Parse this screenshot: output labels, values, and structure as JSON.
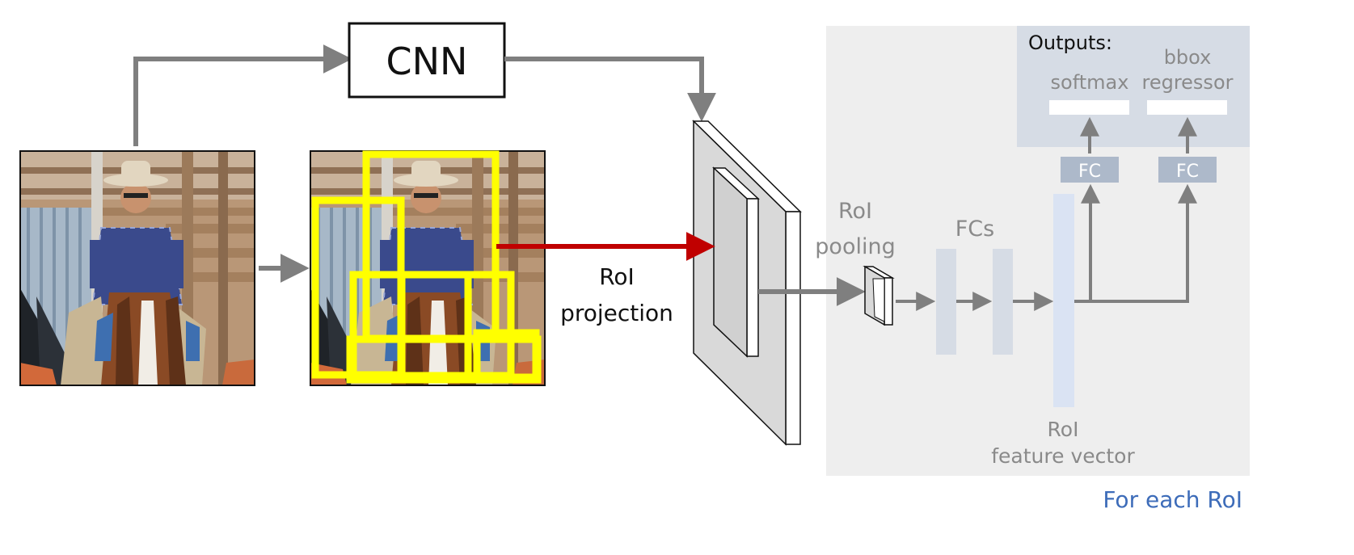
{
  "cnn": {
    "label": "CNN"
  },
  "roi_projection": {
    "line1": "RoI",
    "line2": "projection"
  },
  "roi_pooling": {
    "line1": "RoI",
    "line2": "pooling"
  },
  "fcs": {
    "label": "FCs"
  },
  "roi_feature_vector": {
    "line1": "RoI",
    "line2": "feature vector"
  },
  "outputs": {
    "title": "Outputs:",
    "softmax": "softmax",
    "bbox_line1": "bbox",
    "bbox_line2": "regressor",
    "fc_left": "FC",
    "fc_right": "FC"
  },
  "for_each_roi": "For each RoI",
  "colors": {
    "arrow_gray": "#7f7f7f",
    "projection_red": "#c00000",
    "proposal_yellow": "#ffff00",
    "per_roi_panel": "#eeeeee",
    "outputs_panel": "#d6dce5",
    "fc_box": "#adb9ca",
    "fc_column": "#d6dce5",
    "feature_vector": "#dae3f3",
    "caption_blue": "#3d6cb9"
  },
  "images": {
    "input_photo": "cowboy-on-horse-photo",
    "proposals_photo": "cowboy-on-horse-photo-with-roi-boxes"
  }
}
